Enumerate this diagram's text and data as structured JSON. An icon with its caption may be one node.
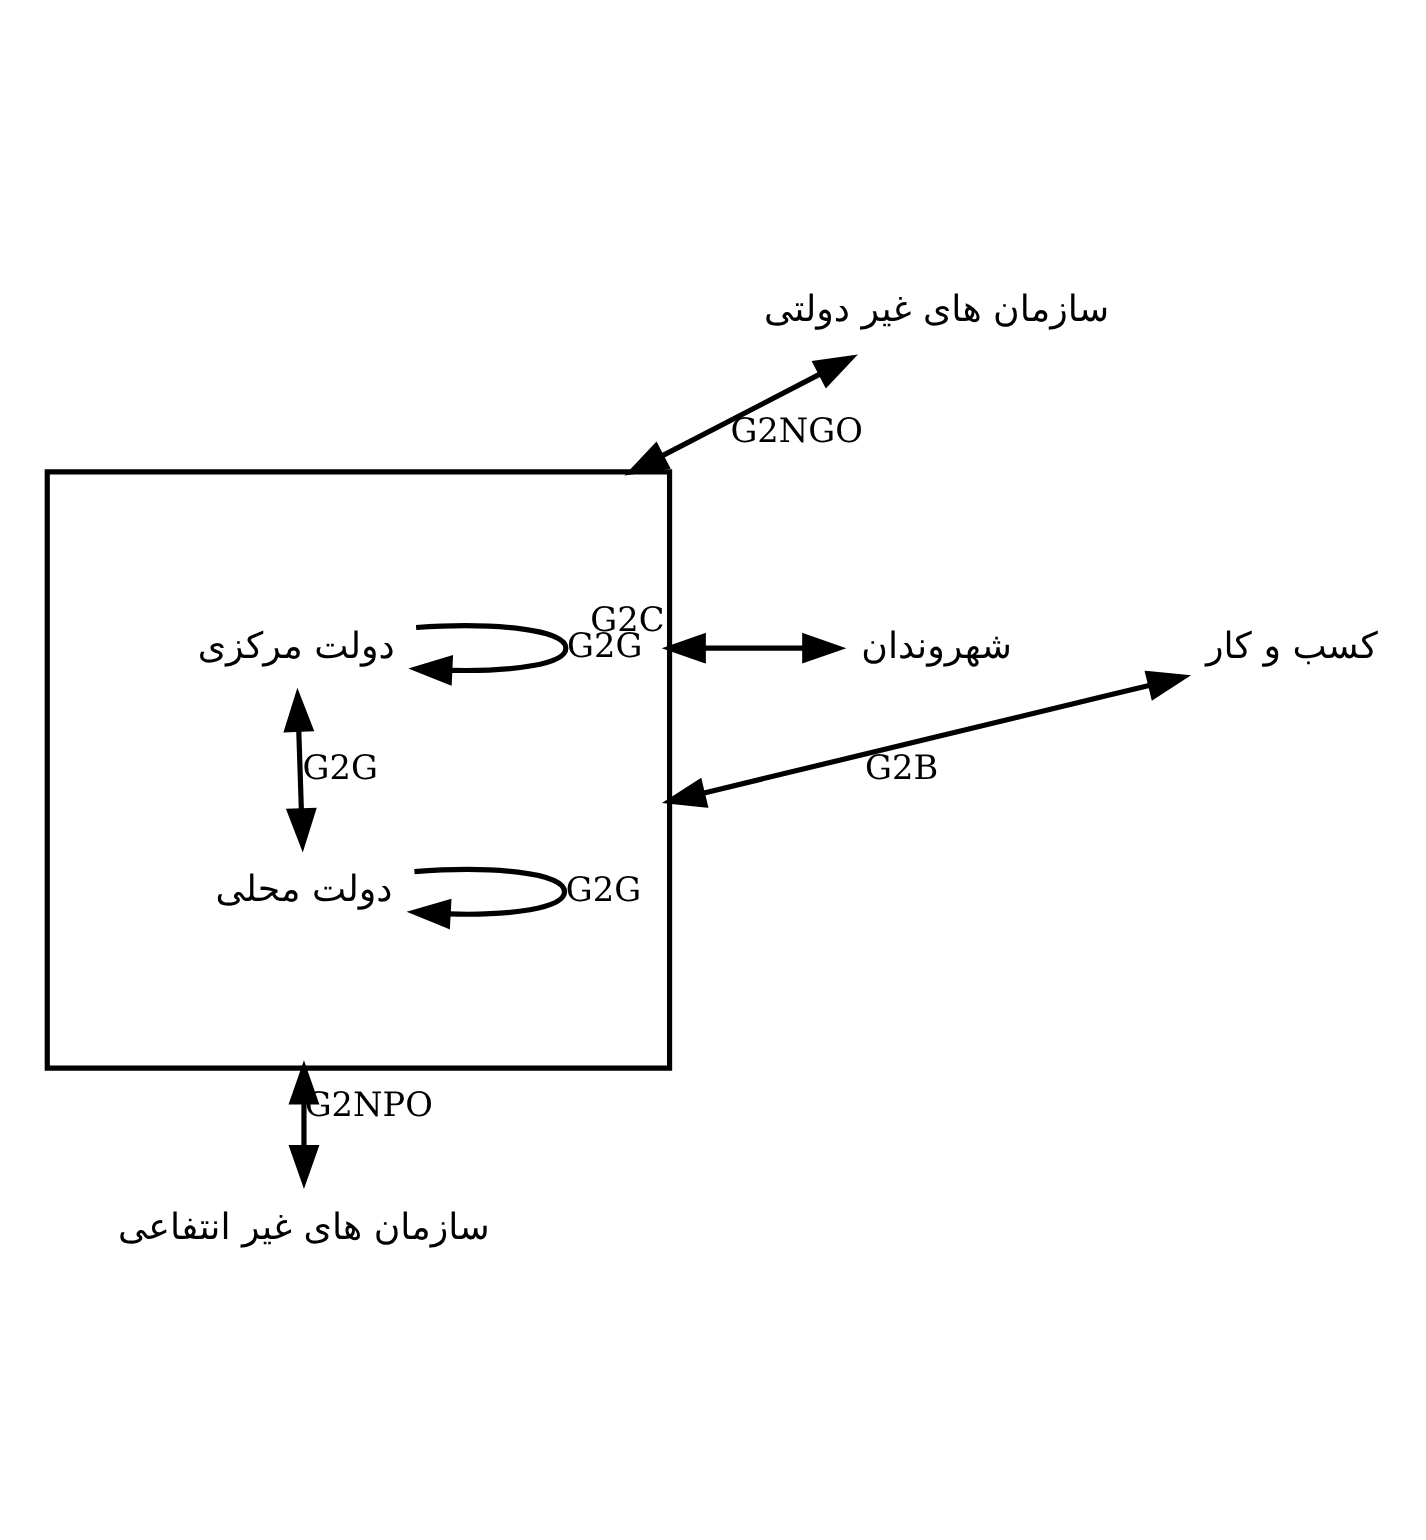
{
  "diagram": {
    "nodes": [
      {
        "text": [
          "سازمان های غیر دولتی"
        ]
      },
      {
        "text": [],
        "shape": "box"
      },
      {
        "text": [
          "دولت مرکزی"
        ],
        "in": 1
      },
      {
        "text": [
          "دولت محلی"
        ],
        "in": 1
      },
      {
        "text": [
          "شهروندان"
        ]
      },
      {
        "text": [
          "کسب و کار"
        ]
      },
      {
        "text": [
          "سازمان های غیر انتفاعی"
        ]
      }
    ],
    "edges": [
      {
        "from": 0,
        "to": 1,
        "arrow": "both",
        "label": "G2NGO"
      },
      {
        "from": 2,
        "to": 2,
        "arrow": "to",
        "label": "G2G"
      },
      {
        "from": 2,
        "to": 3,
        "arrow": "both",
        "label": "G2G"
      },
      {
        "from": 3,
        "to": 3,
        "arrow": "to",
        "label": "G2G"
      },
      {
        "from": 4,
        "to": 1,
        "arrow": "both",
        "label": "G2C"
      },
      {
        "from": 1,
        "to": 5,
        "arrow": "both",
        "label": "G2B"
      },
      {
        "from": 1,
        "to": 6,
        "arrow": "both",
        "label": "G2NPO"
      }
    ]
  }
}
